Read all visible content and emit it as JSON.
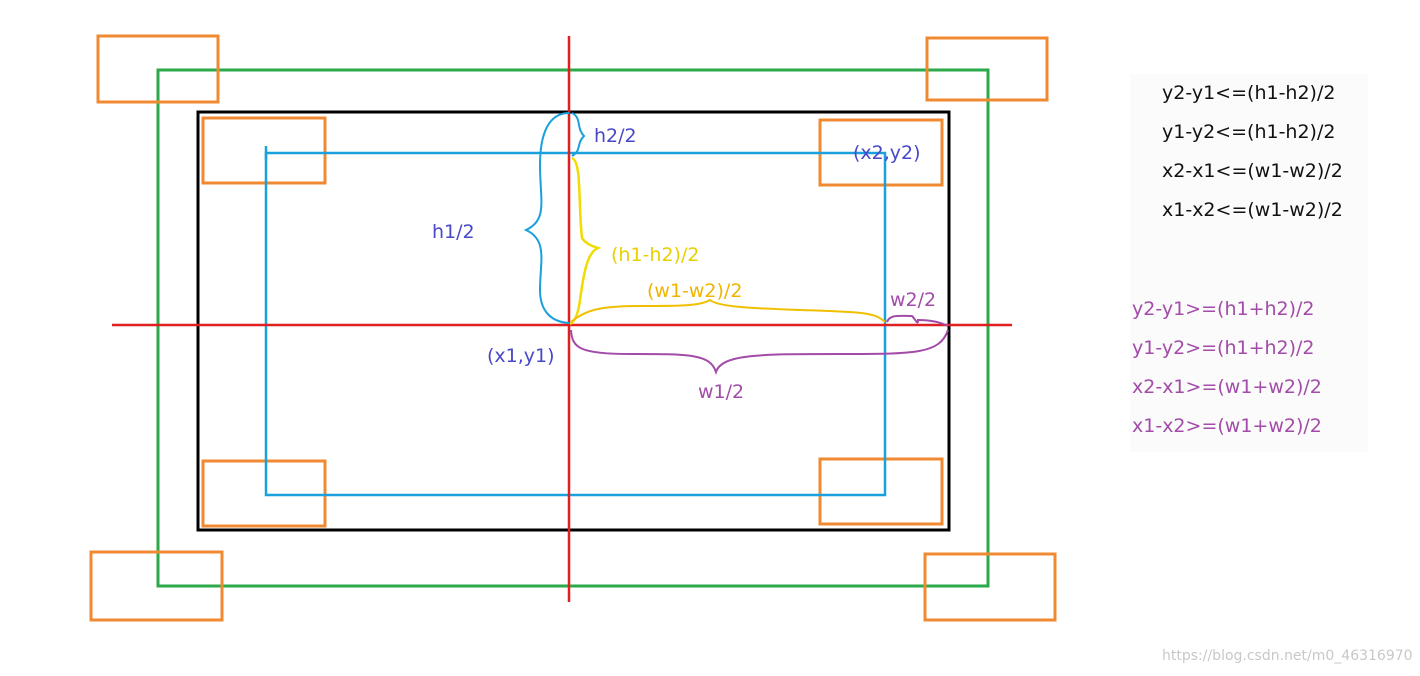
{
  "colors": {
    "orange": "#f08a32",
    "green": "#2aaa4a",
    "black": "#000000",
    "red": "#e02020",
    "blue": "#1aa0dc",
    "blue_text": "#4848c8",
    "yellow": "#f0dc00",
    "yellow_text": "#e8d000",
    "gold": "#f0c000",
    "gold_text": "#f0b400",
    "purple": "#a24ba8"
  },
  "labels": {
    "h2_half": "h2/2",
    "h1_half": "h1/2",
    "h_diff": "(h1-h2)/2",
    "w_diff": "(w1-w2)/2",
    "w2_half": "w2/2",
    "w1_half": "w1/2",
    "center": "(x1,y1)",
    "point2": "(x2,y2)"
  },
  "inside_conditions": [
    "y2-y1<=(h1-h2)/2",
    "y1-y2<=(h1-h2)/2",
    "x2-x1<=(w1-w2)/2",
    "x1-x2<=(w1-w2)/2"
  ],
  "outside_conditions": [
    "y2-y1>=(h1+h2)/2",
    "y1-y2>=(h1+h2)/2",
    "x2-x1>=(w1+w2)/2",
    "x1-x2>=(w1+w2)/2"
  ],
  "watermark": "https://blog.csdn.net/m0_46316970"
}
